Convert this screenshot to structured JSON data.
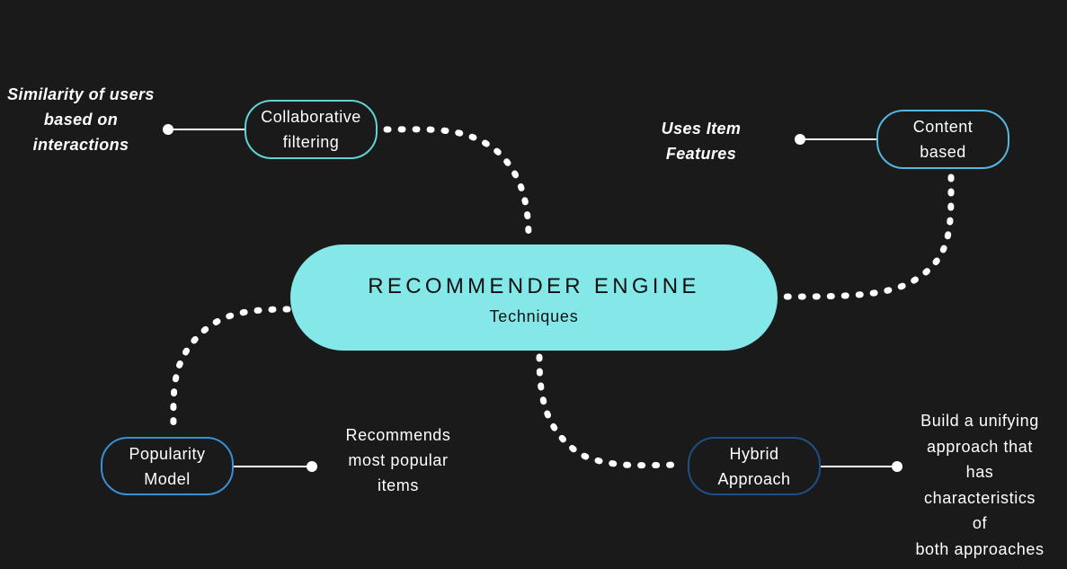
{
  "colors": {
    "background": "#1a1a1a",
    "center_fill": "#84e8e8",
    "collaborative_border": "#5fd3d6",
    "content_border": "#53b7e0",
    "popularity_border": "#3a8fd6",
    "hybrid_border": "#1e4f86",
    "connector": "#ffffff"
  },
  "center": {
    "title": "RECOMMENDER ENGINE",
    "subtitle": "Techniques"
  },
  "nodes": {
    "collaborative": {
      "label_line1": "Collaborative",
      "label_line2": "filtering",
      "note_lines": [
        "Similarity of users",
        "based on",
        "interactions"
      ]
    },
    "content": {
      "label_line1": "Content",
      "label_line2": "based",
      "note_lines": [
        "Uses Item",
        "Features"
      ]
    },
    "popularity": {
      "label_line1": "Popularity",
      "label_line2": "Model",
      "note_lines": [
        "Recommends",
        "most popular",
        "items"
      ]
    },
    "hybrid": {
      "label_line1": "Hybrid",
      "label_line2": "Approach",
      "note_lines": [
        "Build a unifying",
        "approach that",
        "has",
        "characteristics",
        "of",
        "both approaches"
      ]
    }
  }
}
